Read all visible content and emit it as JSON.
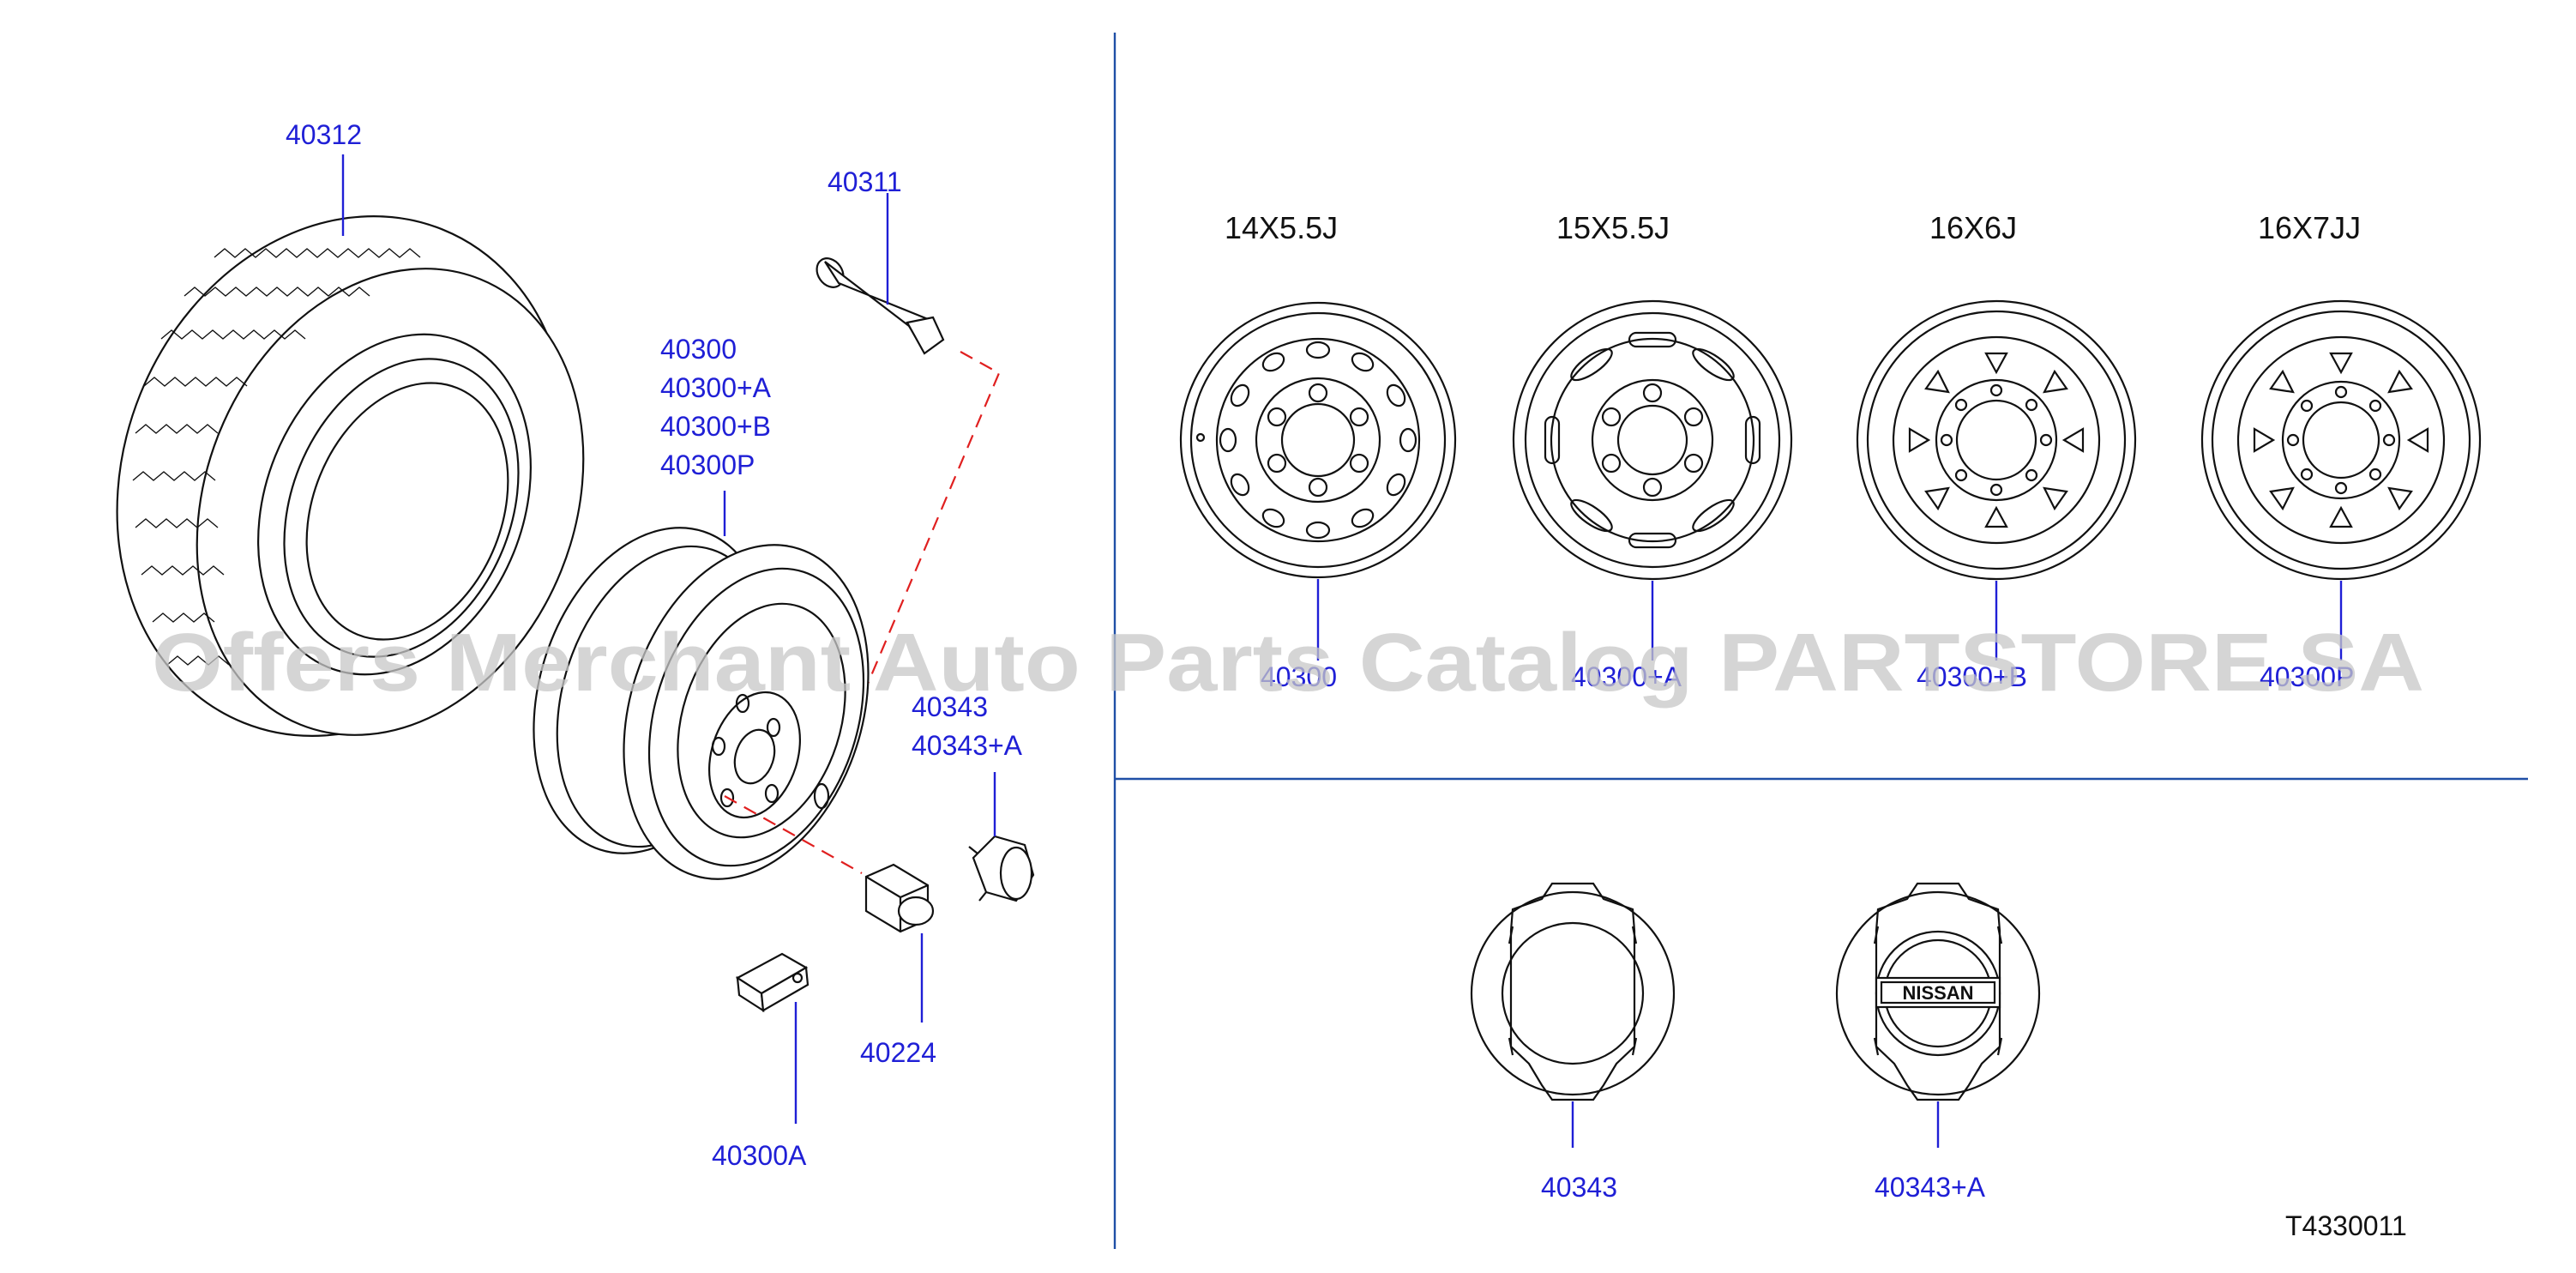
{
  "diagram": {
    "labels": {
      "tire": "40312",
      "valve": "40311",
      "wheel_1": "40300",
      "wheel_2": "40300+A",
      "wheel_3": "40300+B",
      "wheel_4": "40300P",
      "cap_1": "40343",
      "cap_2": "40343+A",
      "nut": "40224",
      "weight": "40300A"
    },
    "wheel_sizes": [
      {
        "size": "14X5.5J",
        "part": "40300"
      },
      {
        "size": "15X5.5J",
        "part": "40300+A"
      },
      {
        "size": "16X6J",
        "part": "40300+B"
      },
      {
        "size": "16X7JJ",
        "part": "40300P"
      }
    ],
    "caps": [
      {
        "part": "40343"
      },
      {
        "part": "40343+A"
      }
    ],
    "emblem_text": "NISSAN",
    "watermark": "Offers Merchant Auto Parts Catalog PARTSTORE.SA",
    "figure_code": "T4330011"
  }
}
